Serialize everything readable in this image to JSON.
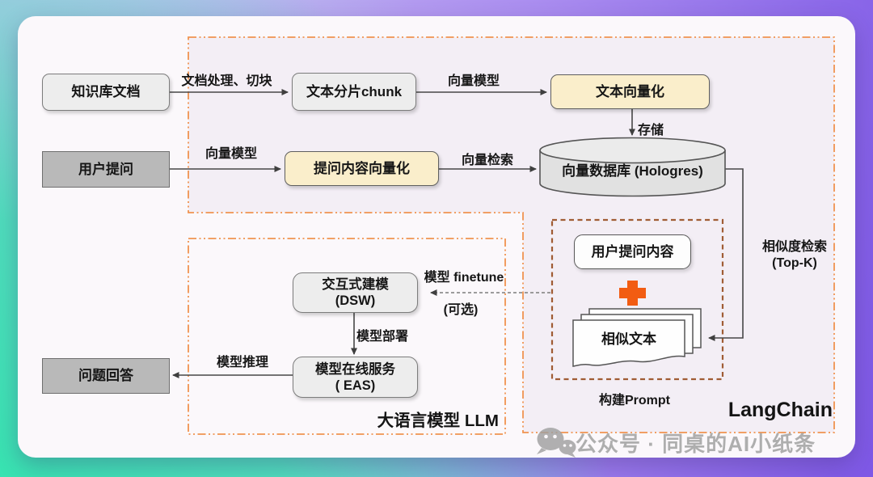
{
  "nodes": {
    "knowledge_doc": {
      "label": "知识库文档"
    },
    "text_chunk": {
      "label": "文本分片chunk"
    },
    "text_vectorize": {
      "label": "文本向量化"
    },
    "user_question": {
      "label": "用户提问"
    },
    "question_vectorize": {
      "label": "提问内容向量化"
    },
    "vector_db": {
      "label": "向量数据库 (Hologres)"
    },
    "user_question_content": {
      "label": "用户提问内容"
    },
    "similar_text": {
      "label": "相似文本"
    },
    "dsw": {
      "line1": "交互式建模",
      "line2": "(DSW)"
    },
    "eas": {
      "line1": "模型在线服务",
      "line2": "( EAS)"
    },
    "answer": {
      "label": "问题回答"
    }
  },
  "edges": {
    "doc_process": "文档处理、切块",
    "vector_model_top": "向量模型",
    "store": "存储",
    "vector_model_bottom": "向量模型",
    "vector_search": "向量检索",
    "finetune": "模型 finetune",
    "optional": "(可选)",
    "deploy": "模型部署",
    "inference": "模型推理",
    "topk_line1": "相似度检索",
    "topk_line2": "(Top-K)"
  },
  "labels": {
    "build_prompt": "构建Prompt",
    "llm_region": "大语言模型 LLM",
    "langchain": "LangChain"
  },
  "watermark": {
    "text": "公众号 · 同桌的AI小纸条",
    "icon": "wechat-icon"
  },
  "colors": {
    "dashed_orange": "#f09350",
    "dashed_brown": "#a05c34",
    "plus_orange": "#f25c12",
    "cream_box": "#faeecb",
    "gray_box": "#b9b9b9",
    "light_box": "#ededed",
    "bg_green": "#4fdcbc",
    "bg_blue": "#b0c6ea",
    "bg_purple": "#7e58e6"
  }
}
